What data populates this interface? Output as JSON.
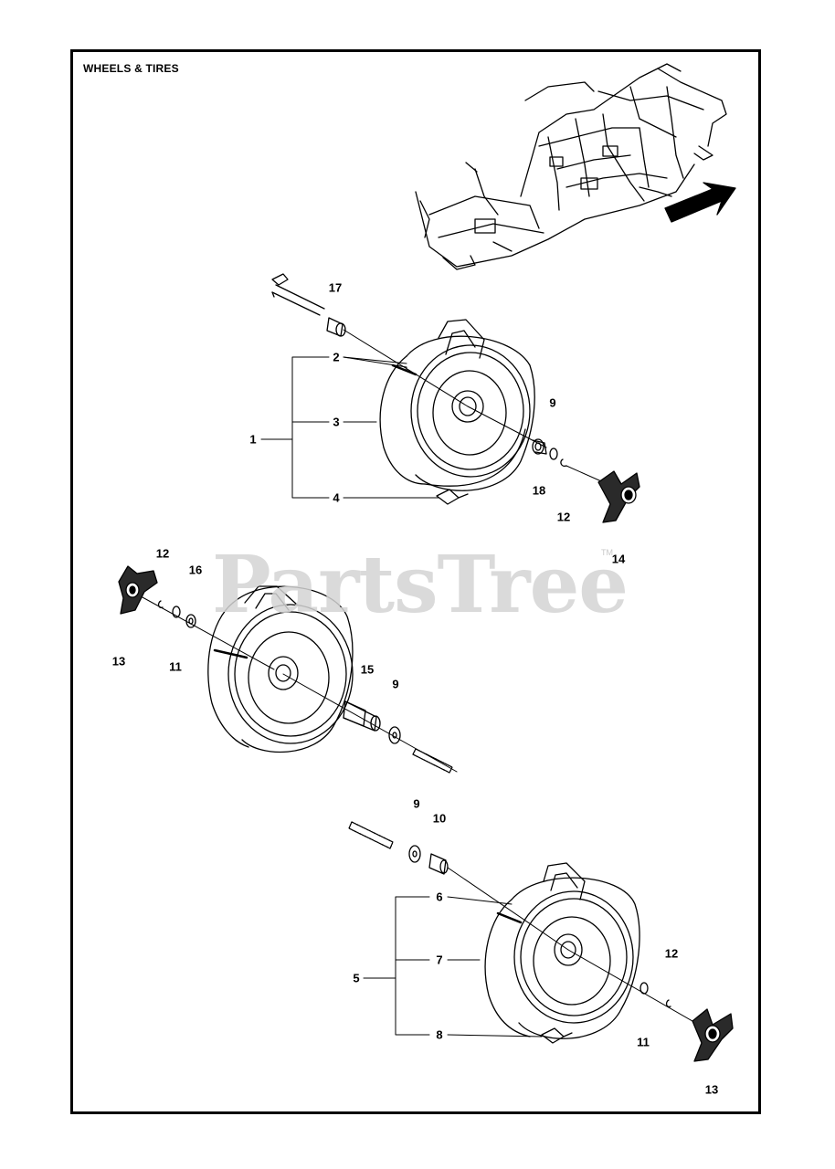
{
  "title": "WHEELS & TIRES",
  "watermark": "PartsTree",
  "watermark_mark": "TM",
  "callouts": {
    "c1": "1",
    "c2": "2",
    "c3": "3",
    "c4": "4",
    "c5": "5",
    "c6": "6",
    "c7": "7",
    "c8": "8",
    "c9a": "9",
    "c9b": "9",
    "c9c": "9",
    "c10": "10",
    "c11a": "11",
    "c11b": "11",
    "c12a": "12",
    "c12b": "12",
    "c12c": "12",
    "c13a": "13",
    "c13b": "13",
    "c14": "14",
    "c15": "15",
    "c16": "16",
    "c17": "17",
    "c18": "18"
  },
  "colors": {
    "line": "#000000",
    "watermark": "#d4d4d4",
    "arrow": "#000000"
  }
}
